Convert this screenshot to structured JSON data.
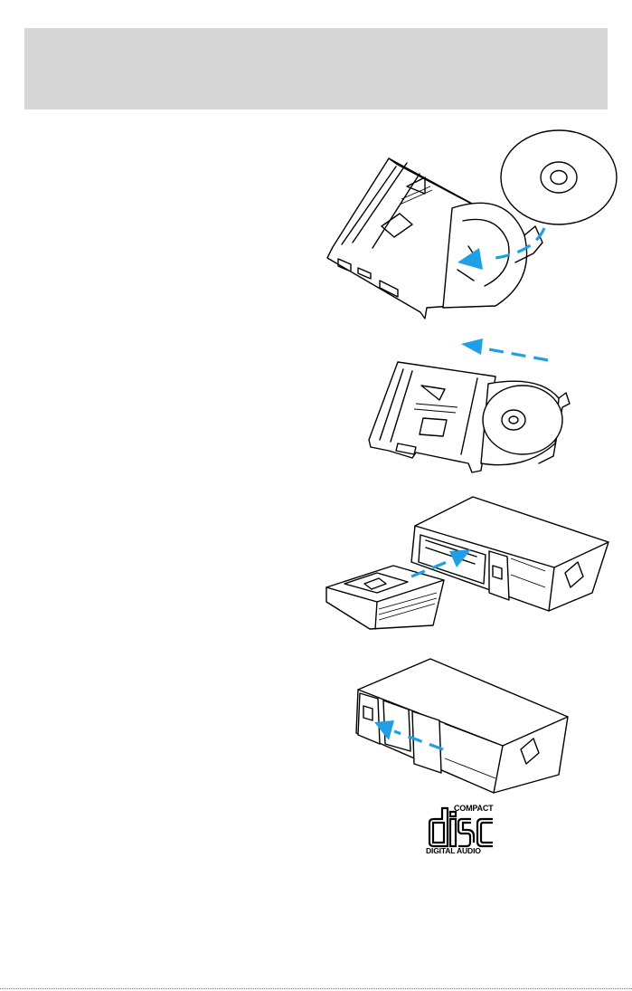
{
  "header": {
    "band_color": "#d6d6d6"
  },
  "accent_color": "#1fa0e6",
  "figures": [
    {
      "icon": "disc-into-tray-icon"
    },
    {
      "icon": "slide-tray-closed-icon"
    },
    {
      "icon": "insert-magazine-icon"
    },
    {
      "icon": "close-changer-door-icon"
    }
  ],
  "logo": {
    "top_text": "COMPACT",
    "word": "disc",
    "bottom_text": "DIGITAL AUDIO"
  }
}
